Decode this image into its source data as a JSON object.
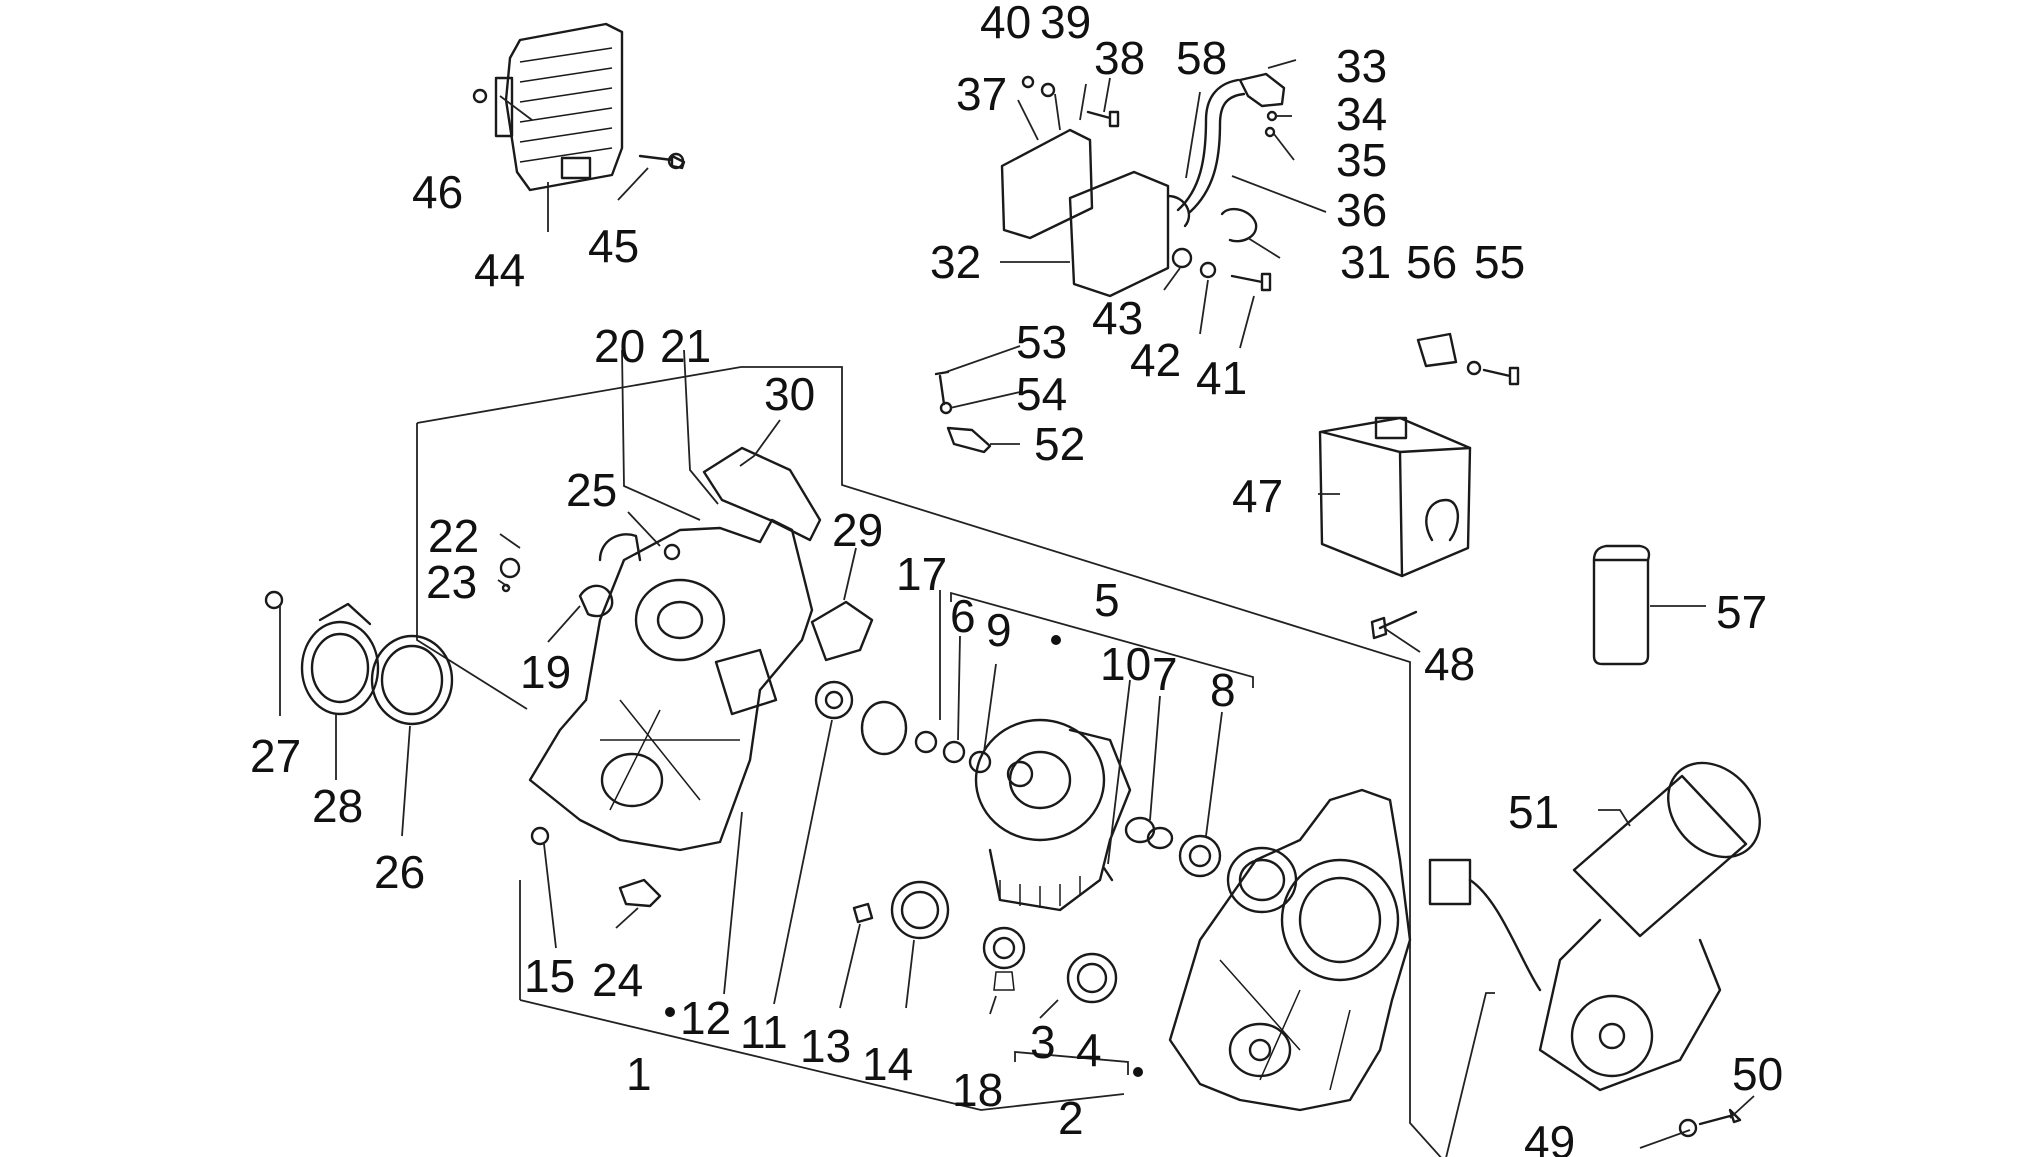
{
  "diagram": {
    "callouts": [
      "1",
      "2",
      "3",
      "4",
      "5",
      "6",
      "7",
      "8",
      "9",
      "10",
      "11",
      "12",
      "13",
      "14",
      "15",
      "17",
      "18",
      "19",
      "20",
      "21",
      "22",
      "23",
      "24",
      "25",
      "26",
      "27",
      "28",
      "29",
      "30",
      "31",
      "32",
      "33",
      "34",
      "35",
      "36",
      "37",
      "38",
      "39",
      "40",
      "41",
      "42",
      "43",
      "44",
      "45",
      "46",
      "47",
      "48",
      "49",
      "50",
      "51",
      "52",
      "53",
      "54",
      "55",
      "56",
      "57",
      "58"
    ]
  }
}
